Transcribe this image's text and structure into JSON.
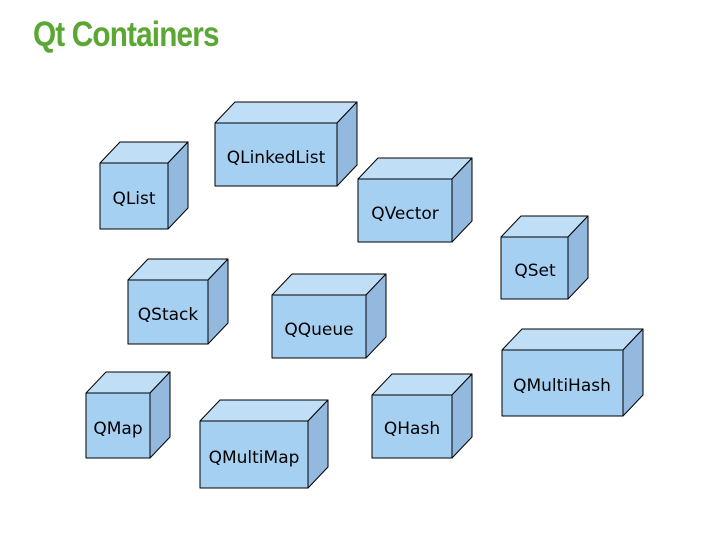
{
  "slide": {
    "title": "Qt Containers",
    "title_color": "#5aa733",
    "background_color": "#ffffff"
  },
  "colors": {
    "box_front": "#a6d0f2",
    "box_top": "#c1def7",
    "box_side": "#93b9de",
    "box_outline": "#000000",
    "box_label": "#000000"
  },
  "boxes": [
    {
      "id": "qlist",
      "label": "QList"
    },
    {
      "id": "qlinkedlist",
      "label": "QLinkedList"
    },
    {
      "id": "qvector",
      "label": "QVector"
    },
    {
      "id": "qset",
      "label": "QSet"
    },
    {
      "id": "qstack",
      "label": "QStack"
    },
    {
      "id": "qqueue",
      "label": "QQueue"
    },
    {
      "id": "qmap",
      "label": "QMap"
    },
    {
      "id": "qmultimap",
      "label": "QMultiMap"
    },
    {
      "id": "qhash",
      "label": "QHash"
    },
    {
      "id": "qmultihash",
      "label": "QMultiHash"
    }
  ]
}
